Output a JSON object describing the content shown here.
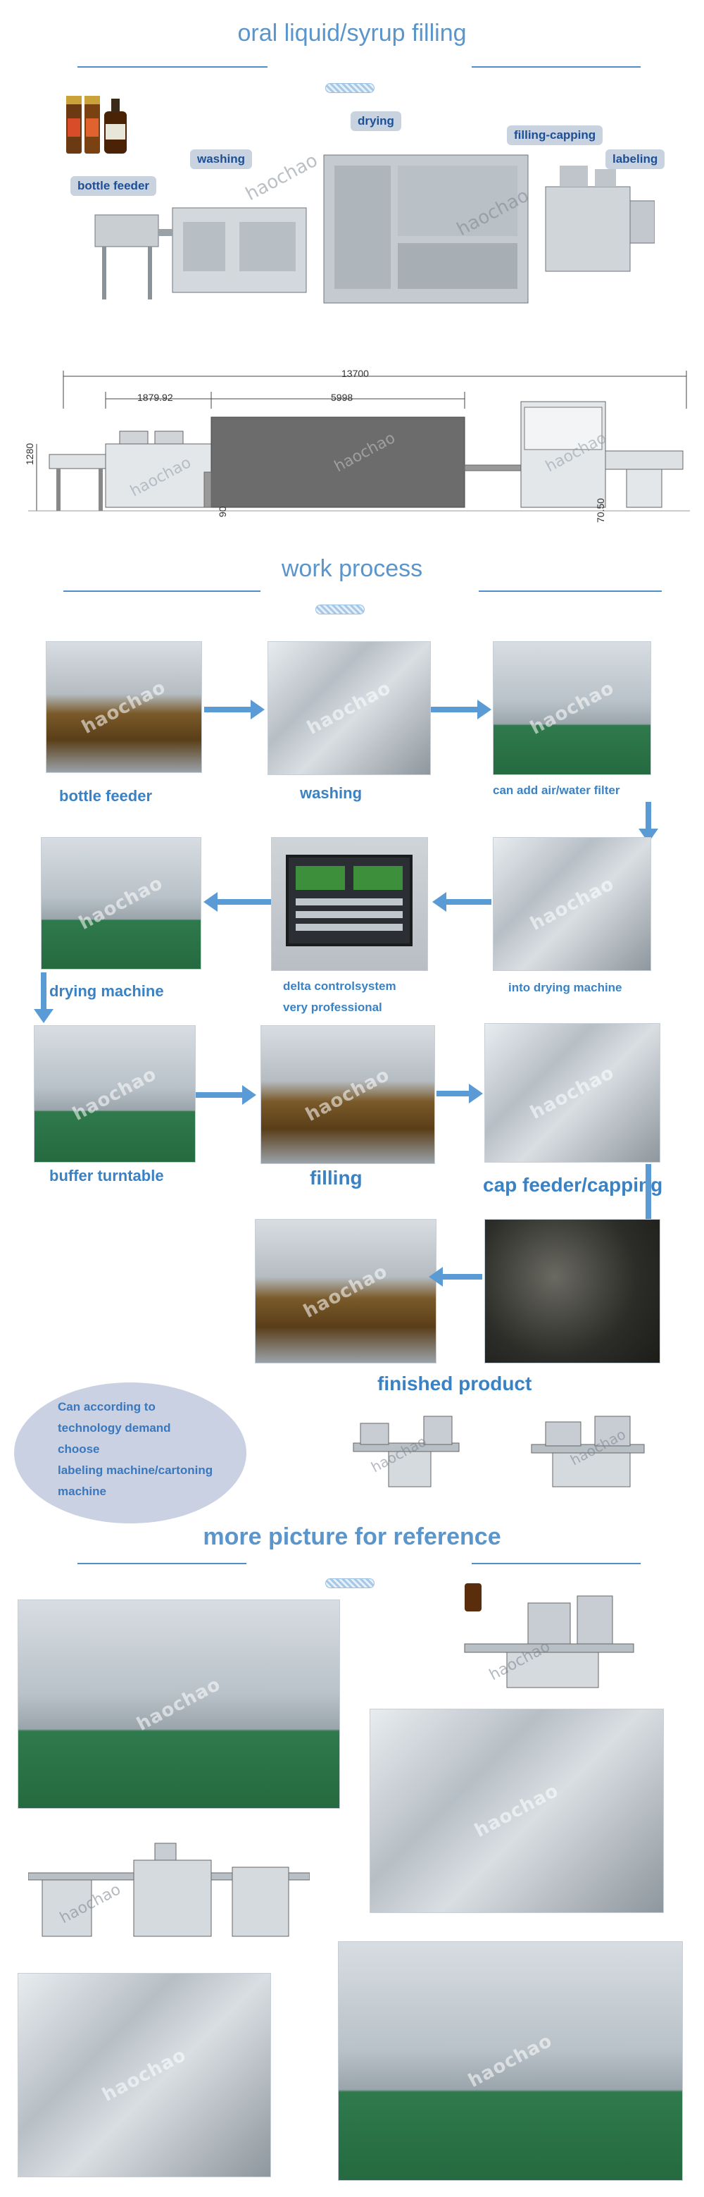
{
  "header": {
    "title": "oral liquid/syrup filling",
    "callouts": {
      "bottle_feeder": "bottle feeder",
      "washing": "washing",
      "drying": "drying",
      "filling_capping": "filling-capping",
      "labeling": "labeling"
    }
  },
  "drawing": {
    "dim_total": "13700",
    "dim_left": "1879.92",
    "dim_middle": "5998",
    "dim_height": "1280",
    "dim_low1": "90",
    "dim_low2": "70.50"
  },
  "process": {
    "title": "work process",
    "steps": {
      "bottle_feeder": "bottle feeder",
      "washing": "washing",
      "filter": "can add air/water filter",
      "drying_machine": "drying machine",
      "control_line1": "delta controlsystem",
      "control_line2": "very professional",
      "into_drying": "into drying machine",
      "buffer": "buffer turntable",
      "filling": "filling",
      "cap_feeder": "cap feeder/capping",
      "finished": "finished product"
    },
    "note_lines": [
      "Can according to",
      "technology demand",
      "choose",
      "labeling machine/cartoning",
      "machine"
    ]
  },
  "reference": {
    "title": "more picture for reference"
  },
  "watermark": "haochao",
  "colors": {
    "title_blue": "#5a95cc",
    "label_blue": "#3a82c4",
    "arrow_blue": "#5b9bd5"
  }
}
